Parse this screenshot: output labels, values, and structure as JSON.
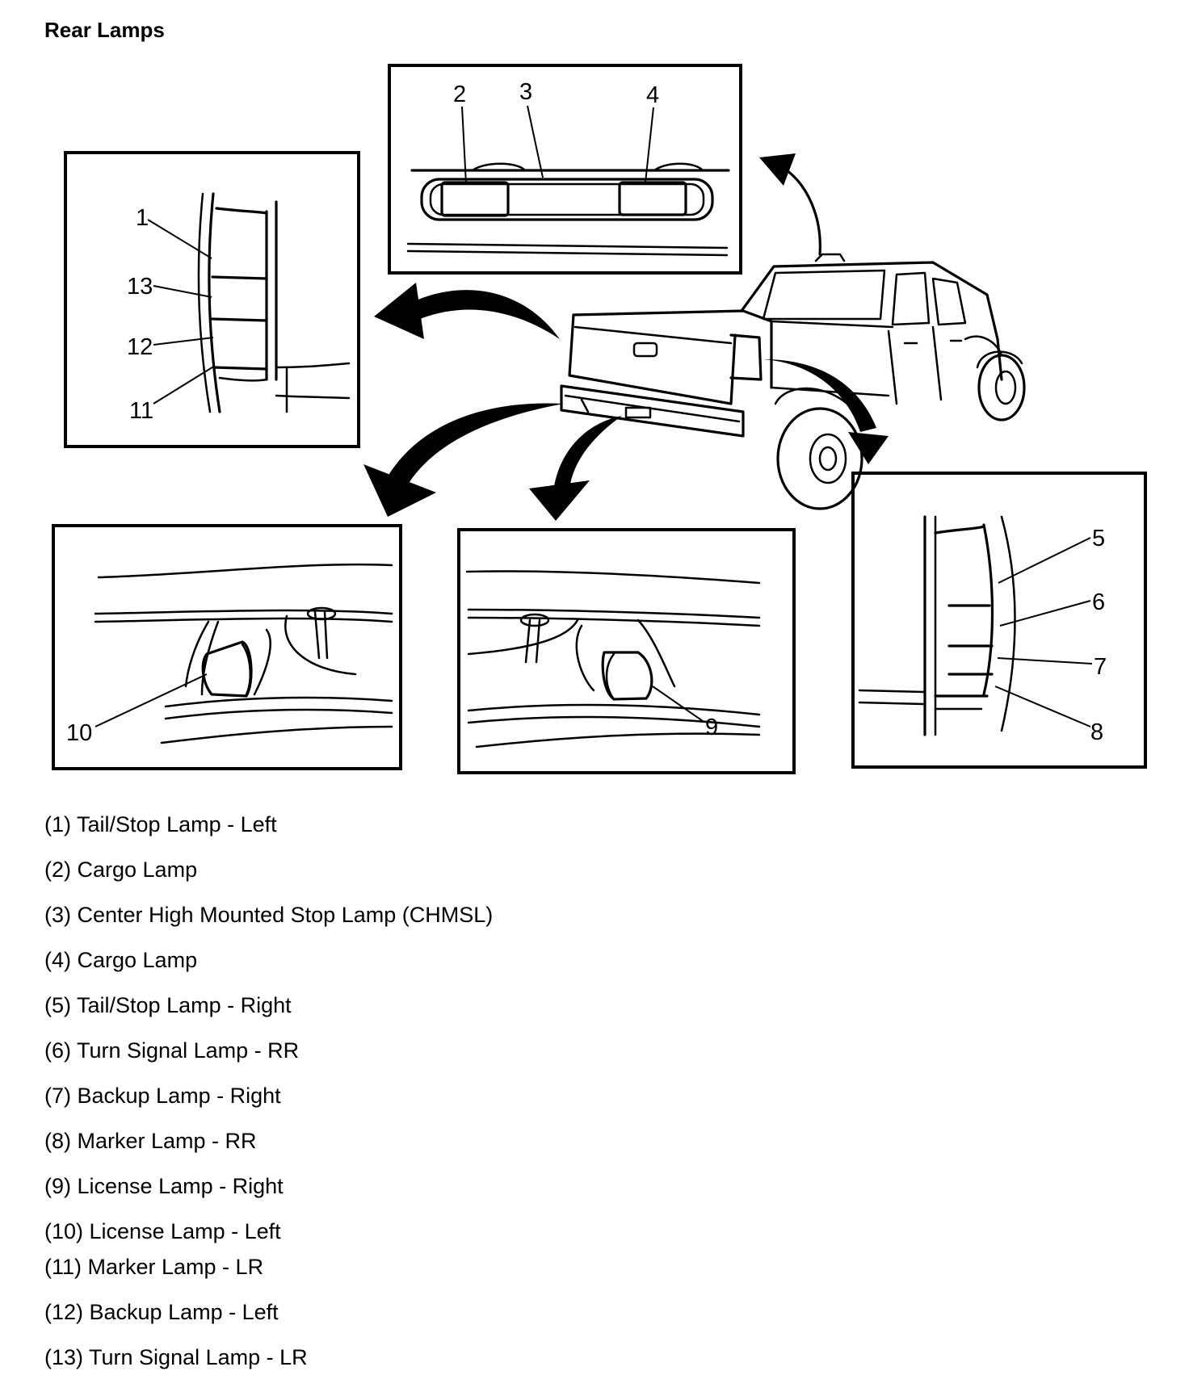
{
  "title": "Rear Lamps",
  "callouts": [
    "1",
    "2",
    "3",
    "4",
    "5",
    "6",
    "7",
    "8",
    "9",
    "10",
    "11",
    "12",
    "13"
  ],
  "legend": [
    "(1) Tail/Stop Lamp - Left",
    "(2) Cargo Lamp",
    "(3) Center High Mounted Stop Lamp (CHMSL)",
    "(4) Cargo Lamp",
    "(5) Tail/Stop Lamp - Right",
    "(6) Turn Signal Lamp - RR",
    "(7) Backup Lamp - Right",
    "(8) Marker Lamp - RR",
    "(9) License Lamp - Right",
    "(10) License Lamp - Left",
    "(11) Marker Lamp - LR",
    "(12) Backup Lamp - Left",
    "(13) Turn Signal Lamp - LR"
  ]
}
